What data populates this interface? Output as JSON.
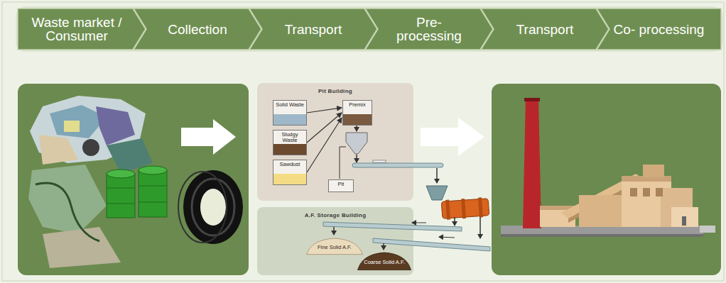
{
  "diagram": {
    "nodes": [
      {
        "text": [
          "Waste market / Consumer"
        ]
      },
      {
        "text": [
          "Collection"
        ]
      },
      {
        "text": [
          "Transport"
        ]
      },
      {
        "text": [
          "Pre- processing"
        ]
      },
      {
        "text": [
          "Transport"
        ]
      },
      {
        "text": [
          "Co- processing"
        ]
      },
      {
        "text": [
          "Pit Building"
        ]
      },
      {
        "text": [
          "Solid Waste"
        ],
        "in": 6
      },
      {
        "text": [
          "Sludgy Waste"
        ],
        "in": 6
      },
      {
        "text": [
          "Sawdust"
        ],
        "in": 6
      },
      {
        "text": [
          "Premix"
        ],
        "in": 6
      },
      {
        "text": [
          "Pit"
        ],
        "in": 6
      },
      {
        "text": [
          "A.F. Storage Building"
        ]
      },
      {
        "text": [
          "Fine Solid A.F."
        ],
        "in": 12
      },
      {
        "text": [
          "Coarse Solid A.F."
        ],
        "in": 12
      }
    ],
    "edges": [
      {
        "from": 7,
        "to": 10,
        "arrow": "to"
      },
      {
        "from": 8,
        "to": 10,
        "arrow": "to"
      },
      {
        "from": 9,
        "to": 10,
        "arrow": "to"
      }
    ]
  }
}
